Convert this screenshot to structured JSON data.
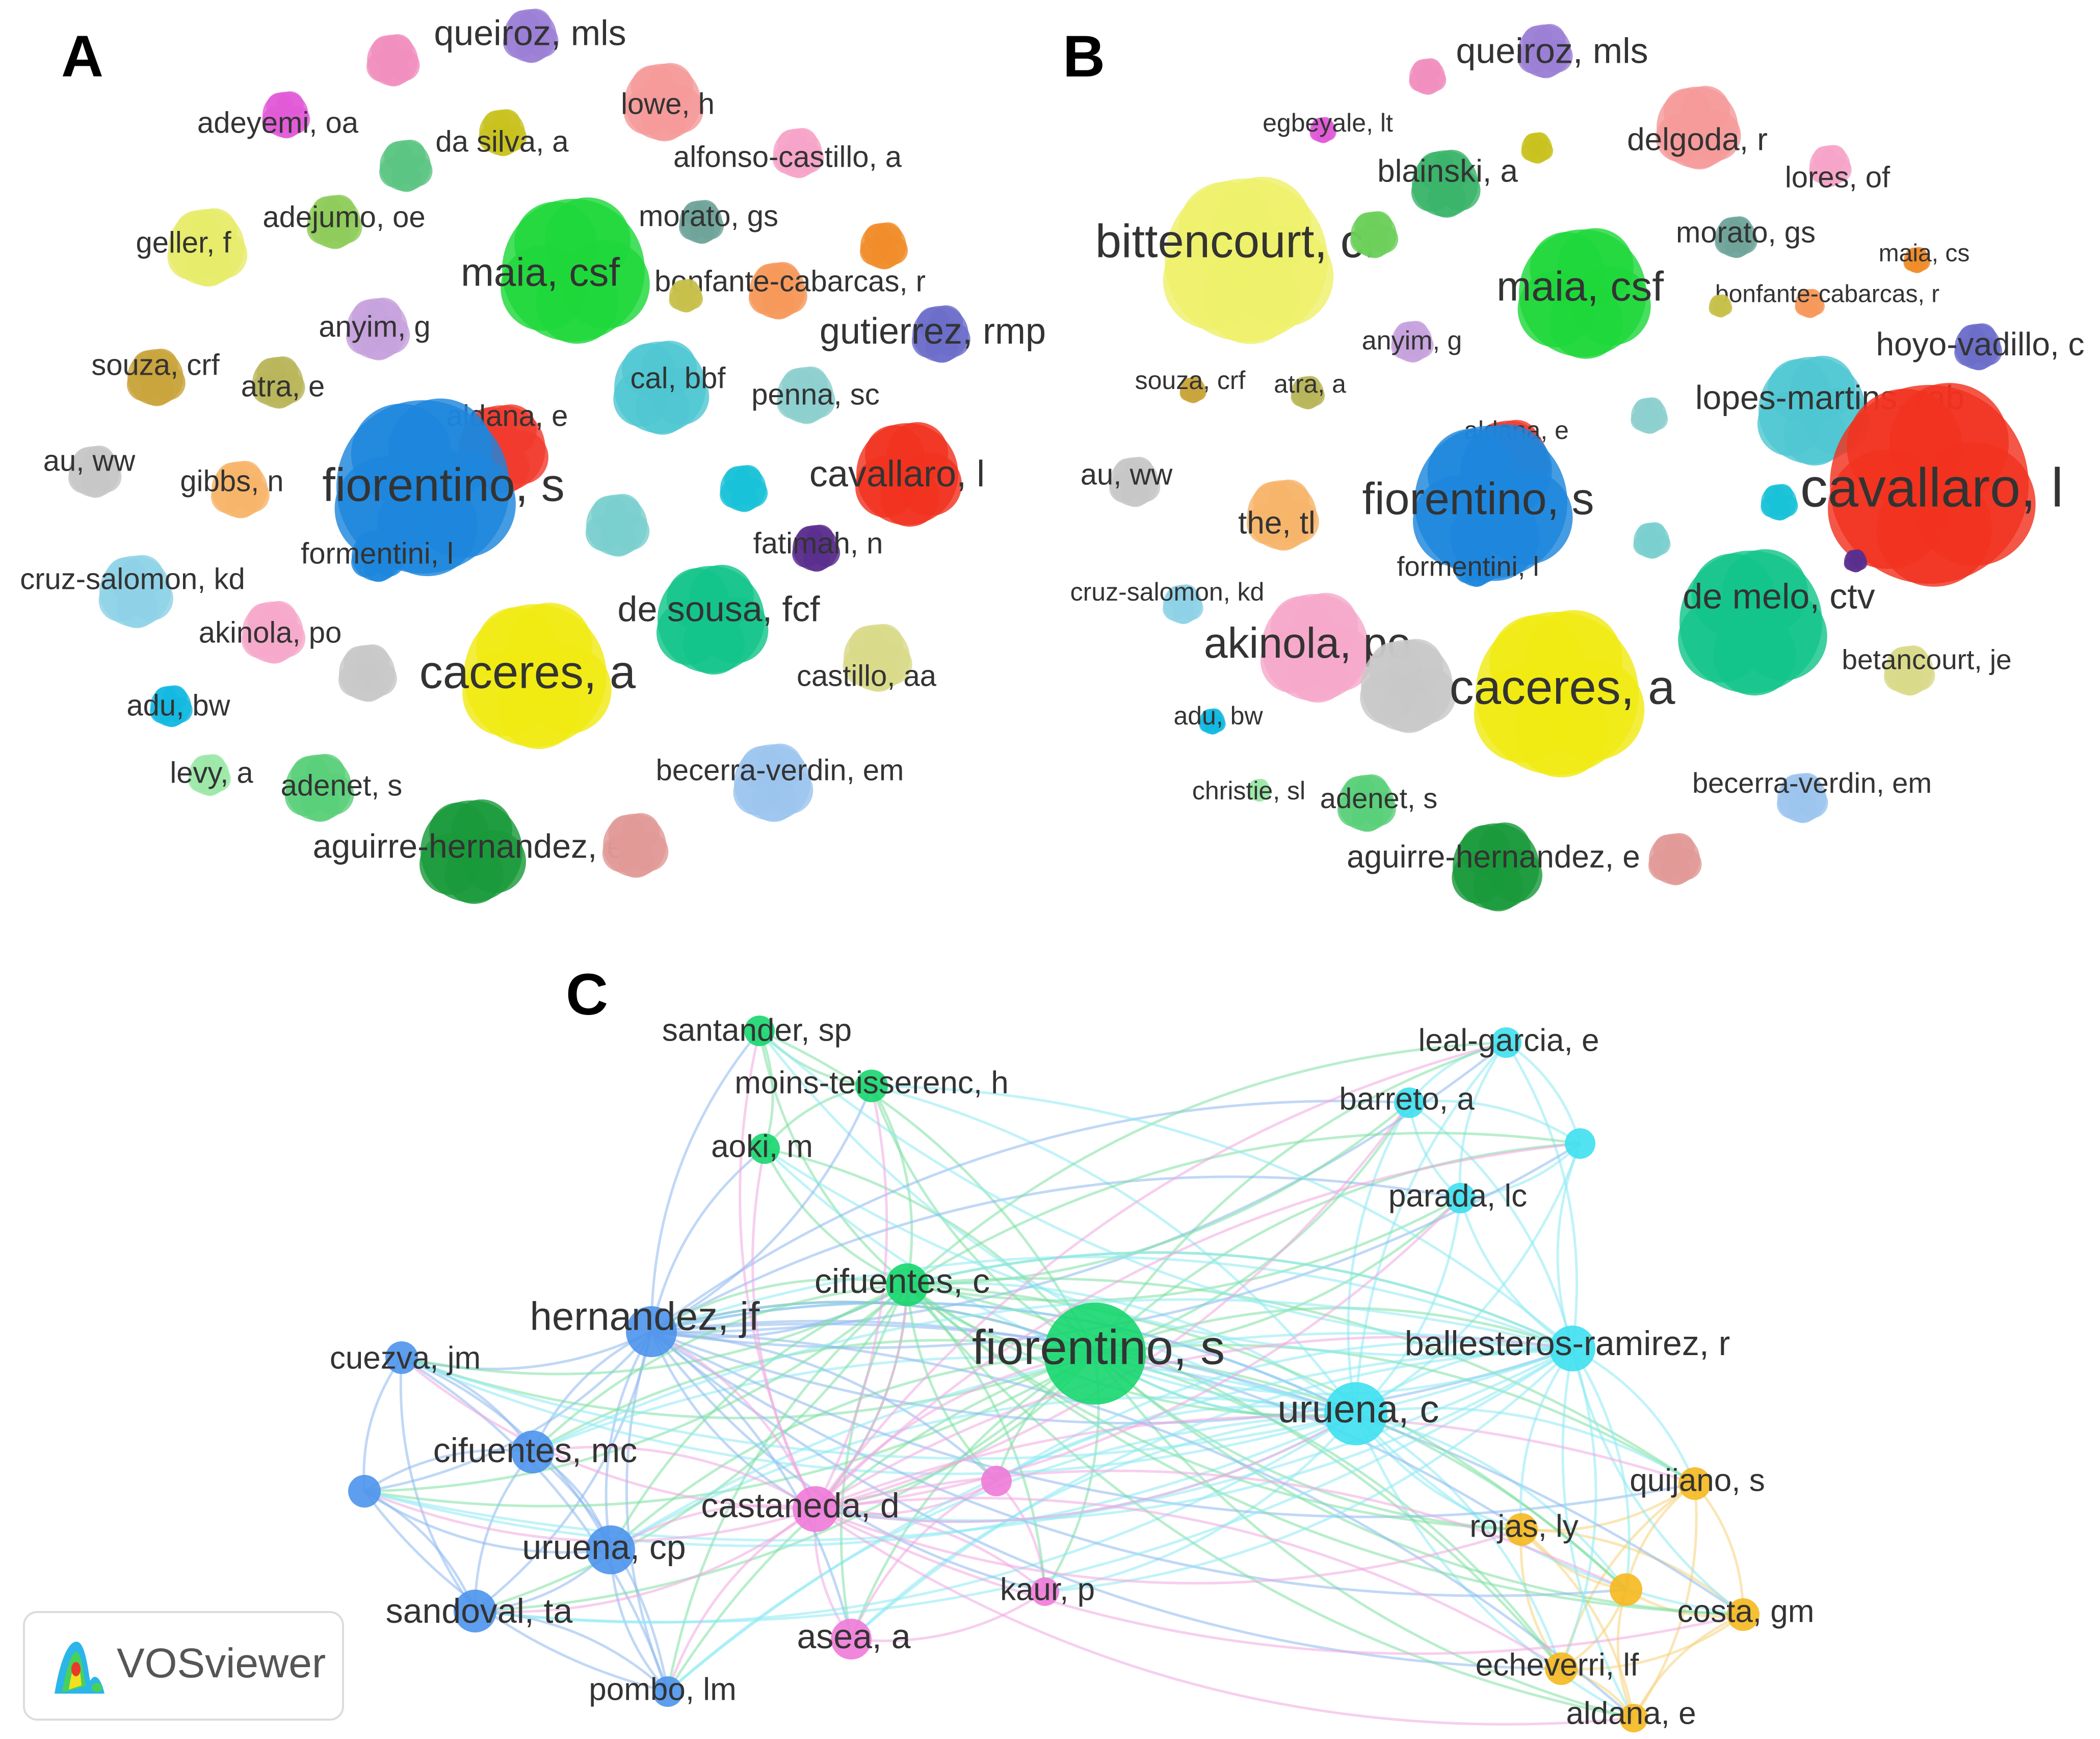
{
  "panels": {
    "A": {
      "letter": "A",
      "clusters": [
        {
          "label": "queiroz, mls",
          "color": "#9b7fd6"
        },
        {
          "label": "",
          "color": "#f08fbe"
        },
        {
          "label": "adeyemi, oa",
          "color": "#e05ad8"
        },
        {
          "label": "da silva, a",
          "color": "#c8c21e"
        },
        {
          "label": "",
          "color": "#5cc482"
        },
        {
          "label": "lowe, h",
          "color": "#f59a9a"
        },
        {
          "label": "alfonso-castillo, a",
          "color": "#f5a4c8"
        },
        {
          "label": "geller, f",
          "color": "#e6ec6a"
        },
        {
          "label": "adejumo, oe",
          "color": "#8fcc5a"
        },
        {
          "label": "morato, gs",
          "color": "#6fa39a"
        },
        {
          "label": "maia, csf",
          "color": "#1fd83a"
        },
        {
          "label": "",
          "color": "#f08c2a"
        },
        {
          "label": "bonfante-cabarcas, r",
          "color": "#f5995a"
        },
        {
          "label": "",
          "color": "#c7bf4a"
        },
        {
          "label": "gutierrez, rmp",
          "color": "#6b6ec9"
        },
        {
          "label": "anyim, g",
          "color": "#c6a2dd"
        },
        {
          "label": "souza, crf",
          "color": "#c9a33c"
        },
        {
          "label": "atra, e",
          "color": "#b8b65a"
        },
        {
          "label": "cal, bbf",
          "color": "#4fc7d2"
        },
        {
          "label": "penna, sc",
          "color": "#8ccfce"
        },
        {
          "label": "aldana, e",
          "color": "#f23b2e"
        },
        {
          "label": "au, ww",
          "color": "#c7c7c7"
        },
        {
          "label": "fiorentino, s",
          "color": "#1d86dd"
        },
        {
          "label": "gibbs, n",
          "color": "#f7b46a"
        },
        {
          "label": "",
          "color": "#7acfce"
        },
        {
          "label": "",
          "color": "#18c2d8"
        },
        {
          "label": "cavallaro, l",
          "color": "#f2321e"
        },
        {
          "label": "formentini, l",
          "color": "#1d86dd"
        },
        {
          "label": "fatimah, n",
          "color": "#5a2e8e"
        },
        {
          "label": "cruz-salomon, kd",
          "color": "#8fd2e6"
        },
        {
          "label": "de sousa, fcf",
          "color": "#14c48a"
        },
        {
          "label": "akinola, po",
          "color": "#f6a8cb"
        },
        {
          "label": "",
          "color": "#c8c8c8"
        },
        {
          "label": "caceres, a",
          "color": "#f0ea12"
        },
        {
          "label": "castillo, aa",
          "color": "#d9d98a"
        },
        {
          "label": "adu, bw",
          "color": "#14b8e0"
        },
        {
          "label": "levy, a",
          "color": "#9ce8a8"
        },
        {
          "label": "adenet, s",
          "color": "#5acf7a"
        },
        {
          "label": "becerra-verdin, em",
          "color": "#9cc4ee"
        },
        {
          "label": "aguirre-hernandez, e",
          "color": "#1a9a3a"
        },
        {
          "label": "",
          "color": "#e09a96"
        }
      ]
    },
    "B": {
      "letter": "B",
      "clusters": [
        {
          "label": "queiroz, mls",
          "color": "#9b7fd6"
        },
        {
          "label": "",
          "color": "#f08fbe"
        },
        {
          "label": "egbeyale, lt",
          "color": "#e05ad8"
        },
        {
          "label": "",
          "color": "#c8c21e"
        },
        {
          "label": "delgoda, r",
          "color": "#f59a9a"
        },
        {
          "label": "lores, of",
          "color": "#f5a4c8"
        },
        {
          "label": "blainski, a",
          "color": "#3ab56a"
        },
        {
          "label": "bittencourt, cf",
          "color": "#eef06a"
        },
        {
          "label": "",
          "color": "#6ccf5a"
        },
        {
          "label": "morato, gs",
          "color": "#6fa39a"
        },
        {
          "label": "maia, cs",
          "color": "#f08c2a"
        },
        {
          "label": "maia, csf",
          "color": "#1fd83a"
        },
        {
          "label": "bonfante-cabarcas, r",
          "color": "#f5995a"
        },
        {
          "label": "",
          "color": "#c7bf4a"
        },
        {
          "label": "anyim, g",
          "color": "#c6a2dd"
        },
        {
          "label": "hoyo-vadillo, c",
          "color": "#6b6ec9"
        },
        {
          "label": "souza, crf",
          "color": "#c9a33c"
        },
        {
          "label": "atra, a",
          "color": "#b8b65a"
        },
        {
          "label": "lopes-martins, rab",
          "color": "#4fc7d2"
        },
        {
          "label": "",
          "color": "#8ccfce"
        },
        {
          "label": "aldana, e",
          "color": "#f23b2e"
        },
        {
          "label": "au, ww",
          "color": "#c7c7c7"
        },
        {
          "label": "fiorentino, s",
          "color": "#1d86dd"
        },
        {
          "label": "the, tl",
          "color": "#f7b46a"
        },
        {
          "label": "cavallaro, l",
          "color": "#f2321e"
        },
        {
          "label": "",
          "color": "#18c2d8"
        },
        {
          "label": "formentini, l",
          "color": "#1d86dd"
        },
        {
          "label": "",
          "color": "#7acfce"
        },
        {
          "label": "",
          "color": "#5a2e8e"
        },
        {
          "label": "cruz-salomon, kd",
          "color": "#8fd2e6"
        },
        {
          "label": "de melo, ctv",
          "color": "#14c48a"
        },
        {
          "label": "akinola, po",
          "color": "#f6a8cb"
        },
        {
          "label": "",
          "color": "#c8c8c8"
        },
        {
          "label": "caceres, a",
          "color": "#f0ea12"
        },
        {
          "label": "betancourt, je",
          "color": "#d9d98a"
        },
        {
          "label": "adu, bw",
          "color": "#14b8e0"
        },
        {
          "label": "christie, sl",
          "color": "#9ce8a8"
        },
        {
          "label": "adenet, s",
          "color": "#5acf7a"
        },
        {
          "label": "becerra-verdin, em",
          "color": "#9cc4ee"
        },
        {
          "label": "aguirre-hernandez, e",
          "color": "#1a9a3a"
        },
        {
          "label": "",
          "color": "#e09a96"
        }
      ]
    },
    "C": {
      "letter": "C",
      "nodes": [
        {
          "id": "fiorentino",
          "label": "fiorentino, s",
          "color": "#16d66e"
        },
        {
          "id": "cifuentes_c",
          "label": "cifuentes, c",
          "color": "#16d66e"
        },
        {
          "id": "santander",
          "label": "santander, sp",
          "color": "#16d66e"
        },
        {
          "id": "moins",
          "label": "moins-teisserenc, h",
          "color": "#16d66e"
        },
        {
          "id": "aoki",
          "label": "aoki, m",
          "color": "#16d66e"
        },
        {
          "id": "hernandez",
          "label": "hernandez, jf",
          "color": "#4d94ec"
        },
        {
          "id": "cuezva",
          "label": "cuezva, jm",
          "color": "#4d94ec"
        },
        {
          "id": "cifuentes_mc",
          "label": "cifuentes, mc",
          "color": "#4d94ec"
        },
        {
          "id": "blue_unl",
          "label": "",
          "color": "#4d94ec"
        },
        {
          "id": "uruena_cp",
          "label": "uruena, cp",
          "color": "#4d94ec"
        },
        {
          "id": "sandoval",
          "label": "sandoval, ta",
          "color": "#4d94ec"
        },
        {
          "id": "pombo",
          "label": "pombo, lm",
          "color": "#4d94ec"
        },
        {
          "id": "castaneda",
          "label": "castaneda, d",
          "color": "#f07ad8"
        },
        {
          "id": "pink_unl",
          "label": "",
          "color": "#f07ad8"
        },
        {
          "id": "kaur",
          "label": "kaur, p",
          "color": "#f07ad8"
        },
        {
          "id": "asea",
          "label": "asea, a",
          "color": "#f07ad8"
        },
        {
          "id": "leal",
          "label": "leal-garcia, e",
          "color": "#3ee0f0"
        },
        {
          "id": "barreto",
          "label": "barreto, a",
          "color": "#3ee0f0"
        },
        {
          "id": "cyan_unl",
          "label": "",
          "color": "#3ee0f0"
        },
        {
          "id": "parada",
          "label": "parada, lc",
          "color": "#3ee0f0"
        },
        {
          "id": "ballesteros",
          "label": "ballesteros-ramirez, r",
          "color": "#3ee0f0"
        },
        {
          "id": "uruena_c",
          "label": "uruena, c",
          "color": "#3ee0f0"
        },
        {
          "id": "quijano",
          "label": "quijano, s",
          "color": "#f5b81e"
        },
        {
          "id": "rojas",
          "label": "rojas, ly",
          "color": "#f5b81e"
        },
        {
          "id": "orange_unl",
          "label": "",
          "color": "#f5b81e"
        },
        {
          "id": "costa",
          "label": "costa, gm",
          "color": "#f5b81e"
        },
        {
          "id": "echeverri",
          "label": "echeverri, lf",
          "color": "#f5b81e"
        },
        {
          "id": "aldana",
          "label": "aldana, e",
          "color": "#f5b81e"
        }
      ]
    }
  },
  "logo": {
    "text": "VOSviewer",
    "icon": "vosviewer-logo-icon"
  }
}
